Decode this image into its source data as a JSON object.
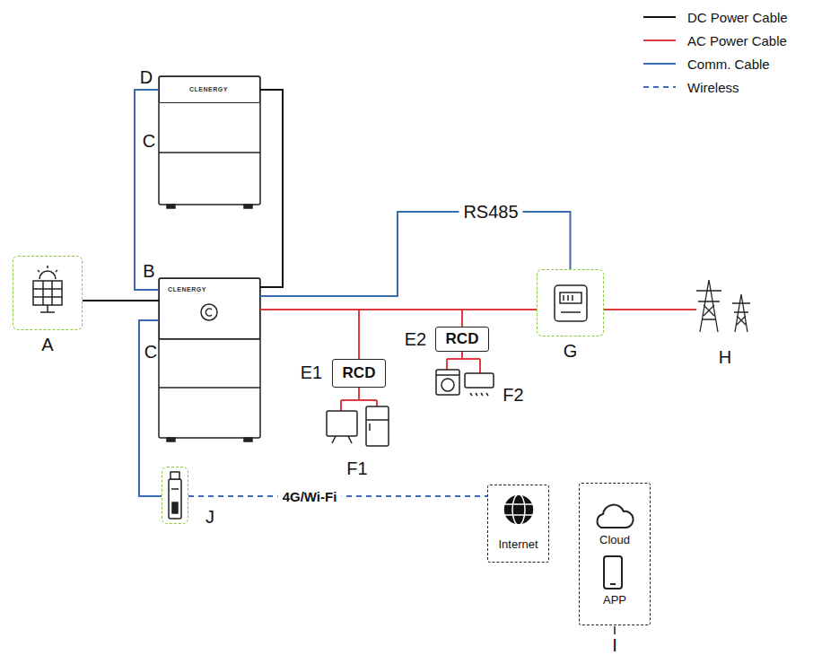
{
  "diagram": {
    "nodes": [
      {
        "text": [
          "CLENERGY"
        ]
      },
      {
        "text": [
          "CLENERGY"
        ]
      },
      {
        "text": [
          "A"
        ]
      },
      {
        "text": [
          "RCD"
        ]
      },
      {
        "text": [
          "RCD"
        ]
      },
      {
        "text": [
          "G"
        ]
      },
      {
        "text": [
          "J"
        ]
      },
      {
        "text": [
          "Internet"
        ]
      },
      {
        "text": [
          "Cloud",
          "APP"
        ]
      }
    ],
    "edges": [
      {
        "from": 2,
        "to": 1,
        "arrow": "none"
      },
      {
        "from": 1,
        "to": 0,
        "arrow": "none"
      },
      {
        "from": 1,
        "to": 0,
        "arrow": "none"
      },
      {
        "from": 1,
        "to": 5,
        "label": "RS485",
        "arrow": "none"
      },
      {
        "from": 1,
        "to": 3,
        "arrow": "none"
      },
      {
        "from": 1,
        "to": 4,
        "arrow": "none"
      },
      {
        "from": 1,
        "to": 5,
        "arrow": "none"
      },
      {
        "from": 1,
        "to": 6,
        "arrow": "none"
      },
      {
        "from": 6,
        "to": 7,
        "label": "4G/Wi-Fi",
        "arrow": "none"
      }
    ],
    "labels": [
      "D",
      "C",
      "B",
      "C",
      "E1",
      "E2",
      "F1",
      "F2",
      "H",
      "I"
    ],
    "legend": [
      {
        "text": "DC Power Cable"
      },
      {
        "text": "AC Power Cable"
      },
      {
        "text": "Comm. Cable"
      },
      {
        "text": "Wireless"
      }
    ]
  }
}
